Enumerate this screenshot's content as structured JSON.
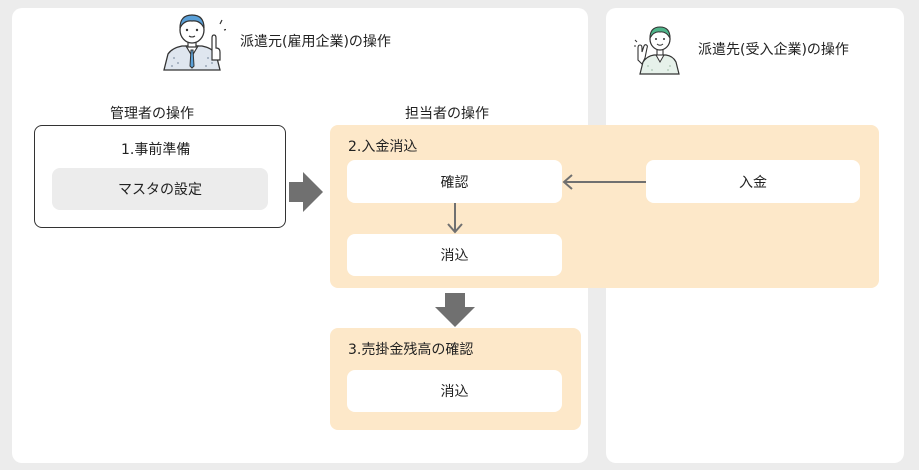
{
  "actors": {
    "dispatcher": {
      "label": "派遣元(雇用企業)の操作",
      "icon": "businessman-pointing-icon"
    },
    "client": {
      "label": "派遣先(受入企業)の操作",
      "icon": "businesswoman-waving-icon"
    }
  },
  "columns": {
    "admin": "管理者の操作",
    "staff": "担当者の操作"
  },
  "steps": {
    "prep": {
      "title": "1.事前準備",
      "item": "マスタの設定"
    },
    "clearing": {
      "title": "2.入金消込",
      "confirm": "確認",
      "clear": "消込",
      "deposit": "入金"
    },
    "balance": {
      "title": "3.売掛金残高の確認",
      "clear": "消込"
    }
  },
  "colors": {
    "background": "#ececec",
    "panel": "#ffffff",
    "accent_area": "#fde8c9",
    "arrow": "#707070",
    "button_gray": "#ececec"
  }
}
